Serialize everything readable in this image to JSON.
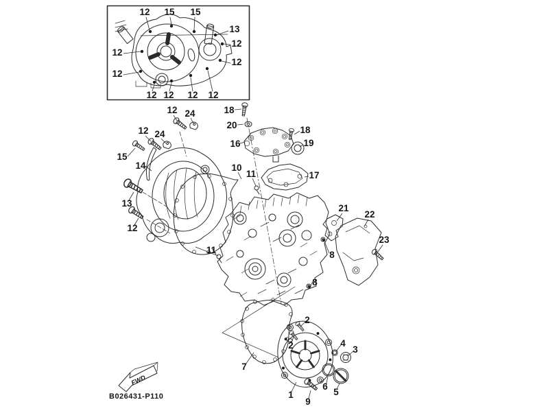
{
  "inset": {
    "callouts": [
      {
        "label": "12"
      },
      {
        "label": "15"
      },
      {
        "label": "15"
      },
      {
        "label": "13"
      },
      {
        "label": "12"
      },
      {
        "label": "12"
      },
      {
        "label": "12"
      },
      {
        "label": "12"
      },
      {
        "label": "12"
      },
      {
        "label": "12"
      },
      {
        "label": "12"
      },
      {
        "label": "12"
      }
    ]
  },
  "main": {
    "callouts": [
      {
        "label": "12"
      },
      {
        "label": "24"
      },
      {
        "label": "12"
      },
      {
        "label": "24"
      },
      {
        "label": "15"
      },
      {
        "label": "14"
      },
      {
        "label": "13"
      },
      {
        "label": "12"
      },
      {
        "label": "10"
      },
      {
        "label": "11"
      },
      {
        "label": "18"
      },
      {
        "label": "20"
      },
      {
        "label": "16"
      },
      {
        "label": "18"
      },
      {
        "label": "19"
      },
      {
        "label": "17"
      },
      {
        "label": "21"
      },
      {
        "label": "22"
      },
      {
        "label": "23"
      },
      {
        "label": "8"
      },
      {
        "label": "8"
      },
      {
        "label": "11"
      },
      {
        "label": "2"
      },
      {
        "label": "2"
      },
      {
        "label": "4"
      },
      {
        "label": "3"
      },
      {
        "label": "7"
      },
      {
        "label": "6"
      },
      {
        "label": "5"
      },
      {
        "label": "1"
      },
      {
        "label": "9"
      }
    ]
  },
  "footer": {
    "fwd_label": "FWD",
    "drawing_code": "B026431-P110"
  },
  "colors": {
    "line": "#2b2b2b",
    "background": "#ffffff"
  }
}
